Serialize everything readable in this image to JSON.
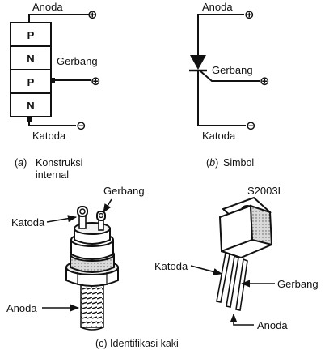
{
  "panel_a": {
    "layers": [
      "P",
      "N",
      "P",
      "N"
    ],
    "anode_label": "Anoda",
    "gate_label": "Gerbang",
    "cathode_label": "Katoda",
    "anode_sign": "⊕",
    "gate_sign": "⊕",
    "cathode_sign": "⊖",
    "caption_letter": "a",
    "caption_line1": "Konstruksi",
    "caption_line2": "internal"
  },
  "panel_b": {
    "anode_label": "Anoda",
    "gate_label": "Gerbang",
    "cathode_label": "Katoda",
    "anode_sign": "⊕",
    "gate_sign": "⊕",
    "cathode_sign": "⊖",
    "caption_letter": "b",
    "caption_text": "Simbol"
  },
  "panel_c": {
    "stud_cathode_label": "Katoda",
    "stud_gate_label": "Gerbang",
    "stud_anode_label": "Anoda",
    "to220_part_label": "S2003L",
    "to220_cathode_label": "Katoda",
    "to220_gate_label": "Gerbang",
    "to220_anode_label": "Anoda",
    "caption_text": "(c) Identifikasi kaki"
  }
}
